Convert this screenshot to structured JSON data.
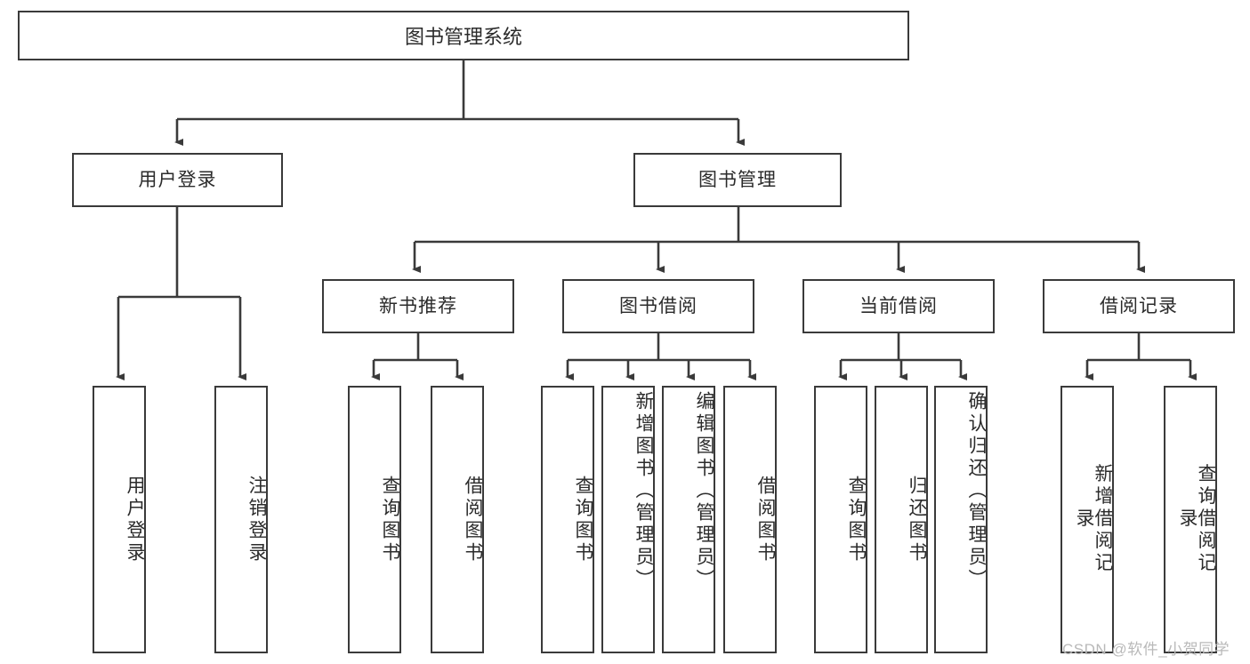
{
  "diagram": {
    "type": "tree-hierarchy",
    "title": "图书管理系统",
    "root": {
      "label": "图书管理系统"
    },
    "level1": [
      {
        "id": "user-login",
        "label": "用户登录"
      },
      {
        "id": "book-management",
        "label": "图书管理"
      }
    ],
    "level2": [
      {
        "id": "new-book-recommend",
        "label": "新书推荐",
        "parent": "book-management"
      },
      {
        "id": "book-borrow",
        "label": "图书借阅",
        "parent": "book-management"
      },
      {
        "id": "current-borrow",
        "label": "当前借阅",
        "parent": "book-management"
      },
      {
        "id": "borrow-record",
        "label": "借阅记录",
        "parent": "book-management"
      }
    ],
    "leaves": {
      "user_login": [
        {
          "id": "leaf-user-login",
          "label": "用户登录"
        },
        {
          "id": "leaf-logout",
          "label": "注销登录"
        }
      ],
      "new_book_recommend": [
        {
          "id": "leaf-query-book-1",
          "label": "查询图书"
        },
        {
          "id": "leaf-borrow-book-1",
          "label": "借阅图书"
        }
      ],
      "book_borrow": [
        {
          "id": "leaf-query-book-2",
          "label": "查询图书"
        },
        {
          "id": "leaf-add-book",
          "label": "新增图书（管理员）"
        },
        {
          "id": "leaf-edit-book",
          "label": "编辑图书（管理员）"
        },
        {
          "id": "leaf-borrow-book-2",
          "label": "借阅图书"
        }
      ],
      "current_borrow": [
        {
          "id": "leaf-query-book-3",
          "label": "查询图书"
        },
        {
          "id": "leaf-return-book",
          "label": "归还图书"
        },
        {
          "id": "leaf-confirm-return",
          "label": "确认归还（管理员）"
        }
      ],
      "borrow_record": [
        {
          "id": "leaf-add-record",
          "label": "新增借阅记录"
        },
        {
          "id": "leaf-query-record",
          "label": "查询借阅记录"
        }
      ]
    }
  },
  "watermark": {
    "text": "CSDN @软件_小贺同学"
  },
  "colors": {
    "stroke": "#3a3a3a",
    "text": "#2b2b2b",
    "background": "#ffffff",
    "watermark": "#b9b9b9"
  }
}
